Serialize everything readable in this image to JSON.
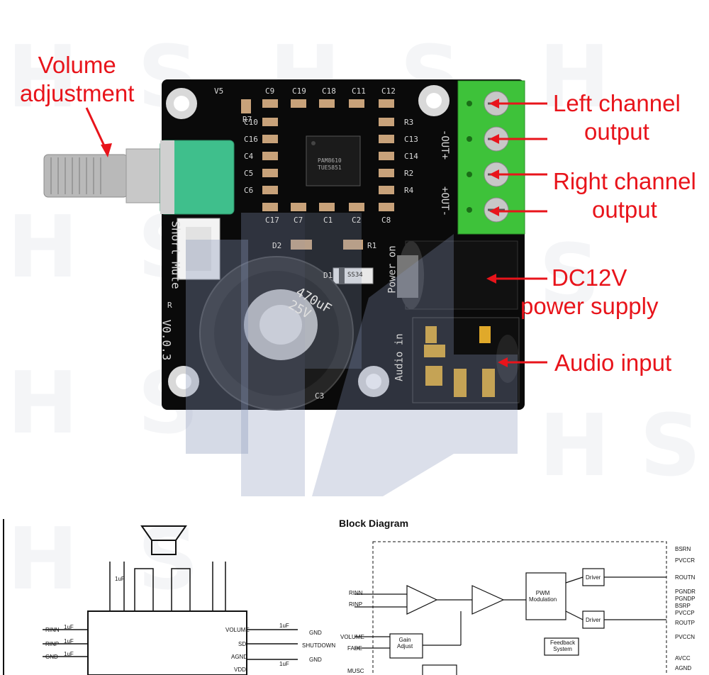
{
  "callouts": {
    "volume": "Volume\nadjustment",
    "left": "Left channel\noutput",
    "right": "Right channel\noutput",
    "power": "DC12V\npower supply",
    "audio": "Audio input"
  },
  "pcb": {
    "version": "V0.0.3",
    "mute": "Short Mute",
    "power_on": "Power on",
    "audio_in": "Audio in",
    "chip": "PAM8610",
    "chip2": "TUE5851",
    "cap_big": "470uF\n25V",
    "out_minus_top": "-OUT+",
    "out_plus_bot": "+OUT-",
    "labels": [
      "C9",
      "C19",
      "C18",
      "C11",
      "C12",
      "R3",
      "C13",
      "C14",
      "R2",
      "R4",
      "C16",
      "C4",
      "C5",
      "C6",
      "C10",
      "C17",
      "C7",
      "C1",
      "C2",
      "C8",
      "D2",
      "R1",
      "D1",
      "C3",
      "R7",
      "V5",
      "R",
      "SS34"
    ]
  },
  "block_diagram": {
    "title": "Block Diagram",
    "left_pins": [
      "RINN",
      "RINP",
      "VOLUME",
      "FADE",
      "MUSC"
    ],
    "right_pins": [
      "BSRN",
      "PVCCR",
      "ROUTN",
      "PGNDR",
      "PGNDP",
      "BSRP",
      "PVCCP",
      "ROUTP",
      "PVCCN",
      "AVCC",
      "AGND"
    ],
    "blocks": [
      "PWM\nModulation",
      "Gain\nAdjust",
      "Driver",
      "Driver",
      "Feedback\nSystem"
    ]
  },
  "schematic": {
    "labels": [
      "RINN",
      "RINP",
      "GND",
      "1uF",
      "1uF",
      "1uF",
      "VOLUME",
      "SD",
      "AGND",
      "VDD",
      "GND",
      "SHUTDOWN",
      "GND",
      "1uF",
      "1uF",
      "1uF"
    ]
  }
}
